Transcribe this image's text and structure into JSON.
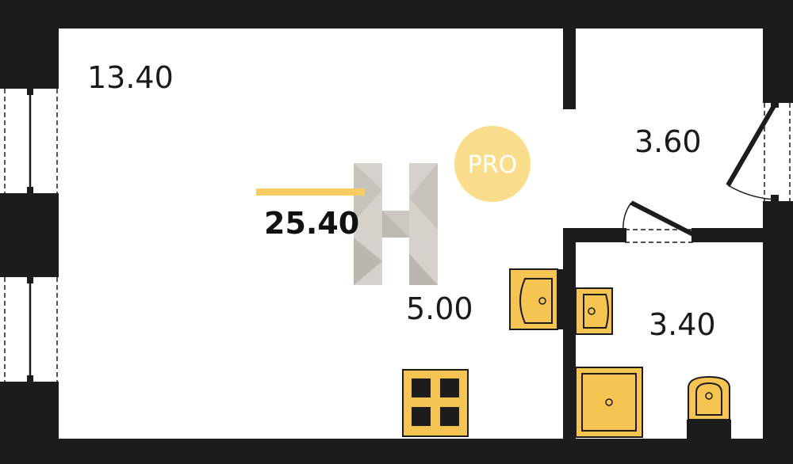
{
  "plan": {
    "total_area": "25.40",
    "rooms": {
      "living": "13.40",
      "hall": "3.60",
      "kitchen": "5.00",
      "bathroom": "3.40"
    },
    "badge": "PRO"
  },
  "colors": {
    "wall": "#1c1c1c",
    "fixture_fill": "#f6c453",
    "accent_line": "#f7cc63",
    "badge_fill": "#f9dd8a",
    "watermark": "#b9b2a8"
  },
  "icons": {
    "watermark": "H-logo-icon",
    "badge": "pro-badge-icon",
    "sink": "sink-icon",
    "stove": "stove-icon",
    "shower": "shower-tray-icon",
    "toilet": "toilet-icon",
    "window": "window-icon",
    "door": "door-icon"
  }
}
